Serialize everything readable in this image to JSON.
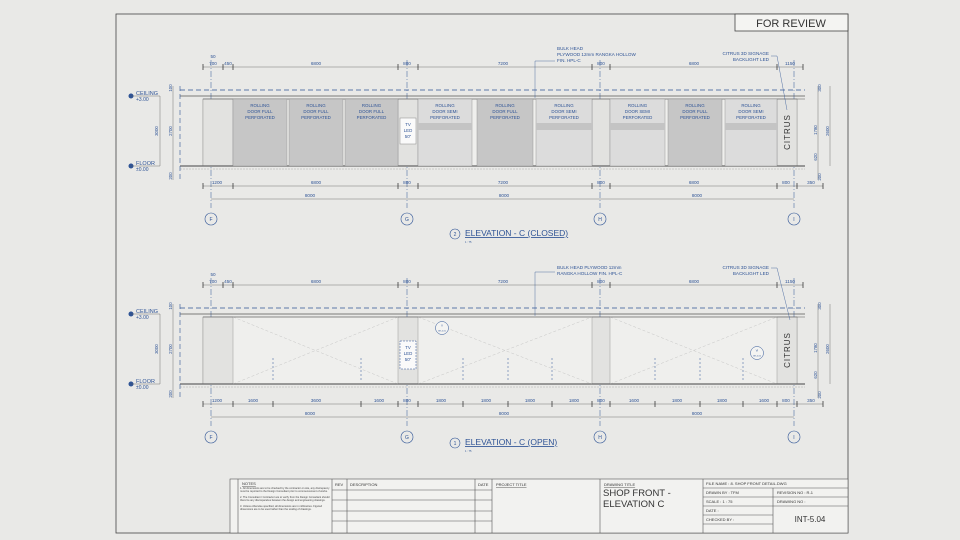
{
  "stamp": "FOR REVIEW",
  "colors": {
    "line": "#2f5496",
    "paper": "#e9e9e7",
    "full_panel": "#c6c6c6",
    "semi_panel": "#dcdcdc"
  },
  "elevations": [
    {
      "number": "2",
      "title": "ELEVATION - C (CLOSED)",
      "scale": "1 : 75",
      "top_dims": [
        "50",
        "700",
        "450",
        "6800",
        "800",
        "7200",
        "800",
        "6800",
        "1150"
      ],
      "bottom_dims": [
        "1200",
        "6800",
        "800",
        "7200",
        "800",
        "6800",
        "800",
        "350"
      ],
      "grid_dims": [
        "8000",
        "8000",
        "8000"
      ],
      "left_dims": [
        "100",
        "3000",
        "2700",
        "200"
      ],
      "right_dims": [
        "300",
        "1780",
        "2600",
        "620",
        "200"
      ],
      "levels": [
        {
          "name": "CEILING",
          "value": "+3.00"
        },
        {
          "name": "FLOOR",
          "value": "±0.00"
        }
      ],
      "grids": [
        "F",
        "G",
        "H",
        "I"
      ],
      "notes": [
        "BULK HEAD",
        "PLYWOOD 12mm RANGKA HOLLOW",
        "FIN. HPL-C",
        "CITRUS 3D SIGNAGE",
        "BACKLIGHT LED"
      ],
      "tv": [
        "TV",
        "LED",
        "50\""
      ],
      "signage": "CITRUS",
      "panels": [
        {
          "type": "full",
          "label": [
            "ROLLING",
            "DOOR FULL",
            "PERFORATED"
          ]
        },
        {
          "type": "full",
          "label": [
            "ROLLING",
            "DOOR FULL",
            "PERFORATED"
          ]
        },
        {
          "type": "full",
          "label": [
            "ROLLING",
            "DOOR FULL",
            "PERFORATED"
          ]
        },
        {
          "type": "semi",
          "label": [
            "ROLLING",
            "DOOR SEMI",
            "PERFORATED"
          ]
        },
        {
          "type": "full",
          "label": [
            "ROLLING",
            "DOOR FULL",
            "PERFORATED"
          ]
        },
        {
          "type": "semi",
          "label": [
            "ROLLING",
            "DOOR SEMI",
            "PERFORATED"
          ]
        },
        {
          "type": "semi",
          "label": [
            "ROLLING",
            "DOOR SEMI",
            "PERFORATED"
          ]
        },
        {
          "type": "full",
          "label": [
            "ROLLING",
            "DOOR FULL",
            "PERFORATED"
          ]
        },
        {
          "type": "semi",
          "label": [
            "ROLLING",
            "DOOR SEMI",
            "PERFORATED"
          ]
        }
      ]
    },
    {
      "number": "1",
      "title": "ELEVATION - C (OPEN)",
      "scale": "1 : 75",
      "top_dims": [
        "50",
        "700",
        "450",
        "6800",
        "800",
        "7200",
        "800",
        "6800",
        "1150"
      ],
      "bottom_dims": [
        "1200",
        "1600",
        "3600",
        "1600",
        "800",
        "1800",
        "1800",
        "1800",
        "1800",
        "800",
        "1600",
        "1800",
        "1800",
        "1600",
        "800",
        "350"
      ],
      "grid_dims": [
        "8000",
        "8000",
        "8000"
      ],
      "left_dims": [
        "100",
        "3000",
        "2700",
        "200"
      ],
      "right_dims": [
        "300",
        "1780",
        "2600",
        "620",
        "200"
      ],
      "levels": [
        {
          "name": "CEILING",
          "value": "+3.00"
        },
        {
          "name": "FLOOR",
          "value": "±0.00"
        }
      ],
      "grids": [
        "F",
        "G",
        "H",
        "I"
      ],
      "notes": [
        "BULK HEAD PLYWOOD 12mm",
        "RANGKA HOLLOW FIN. HPL-C",
        "CITRUS 3D SIGNAGE",
        "BACKLIGHT LED"
      ],
      "tv": [
        "TV",
        "LED",
        "50\""
      ],
      "signage": "CITRUS",
      "callouts": [
        "V",
        "INT-5.05",
        "VI",
        "INT-5.06"
      ],
      "panels": []
    }
  ],
  "title_block": {
    "notes_heading": "NOTES",
    "notes": [
      "1. All dimensions are to be checked by the contractor on site, any discrepancy must be reported to the Design Consultant prior to commencement of works.",
      "2. The Consultant / Contractor are to verify from the Design Consultant should there be any discrepancies between the design and engineering drawings.",
      "3. Unless otherwise specified, all dimensions are in millimetres. Figured dimensions are to be used rather than the scaling of drawings."
    ],
    "rev_heading": "REV",
    "description_heading": "DESCRIPTION",
    "date_heading": "DATE",
    "project_title_heading": "PROJECT TITLE",
    "drawing_title_heading": "DRAWING TITLE",
    "drawing_title": "SHOP FRONT - ELEVATION C",
    "file_name": "FILE NAME :  8. SHOP FRONT DETAIL.DWG",
    "drawn_by": "DRAWN BY :  TFM",
    "revision_no": "REVISION NO : R-1",
    "scale": "SCALE :  1 : 75",
    "drawing_no_label": "DRAWING NO :",
    "date": "DATE :",
    "checked_by": "CHECKED BY :",
    "drawing_no": "INT-5.04"
  }
}
